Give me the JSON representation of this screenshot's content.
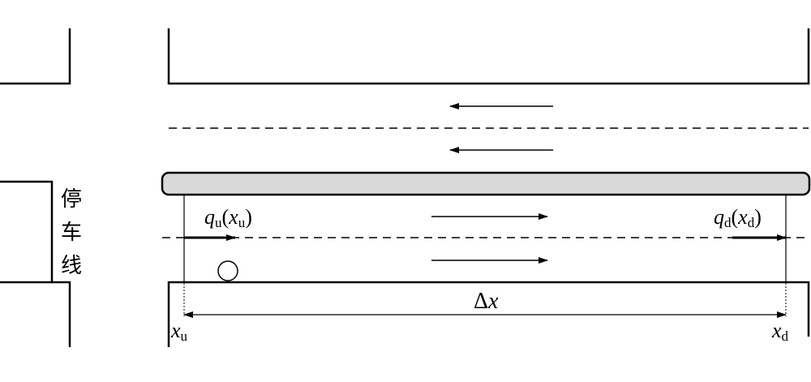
{
  "stop_line_label": [
    "停",
    "车",
    "线"
  ],
  "upstream_flow": {
    "symbol": "q",
    "sub": "u",
    "arg": "x",
    "arg_sub": "u"
  },
  "downstream_flow": {
    "symbol": "q",
    "sub": "d",
    "arg": "x",
    "arg_sub": "d"
  },
  "segment_length": {
    "delta": "Δ",
    "var": "x"
  },
  "upstream_position": {
    "var": "x",
    "sub": "u"
  },
  "downstream_position": {
    "var": "x",
    "sub": "d"
  },
  "colors": {
    "median": "#d9d9d9",
    "line": "#000000"
  }
}
